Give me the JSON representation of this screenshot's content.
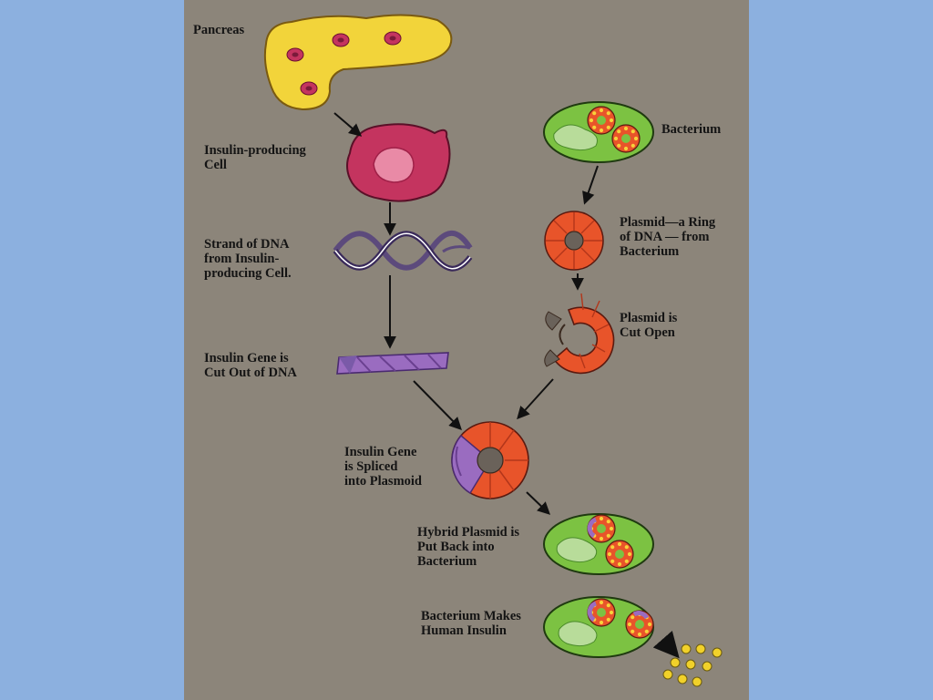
{
  "colors": {
    "page_background": "#8cb0df",
    "panel_background": "#8c857a",
    "pancreas": "#f2d43a",
    "insulin_cell": "#c4345f",
    "bacterium": "#7cc242",
    "plasmid": "#e8542a",
    "insulin_gene": "#9a6cc0",
    "insulin": "#f1d12a"
  },
  "labels": {
    "pancreas": "Pancreas",
    "cell": "Insulin-producing\nCell",
    "dna": "Strand of DNA\nfrom Insulin-\nproducing Cell.",
    "gene_cut": "Insulin Gene is\nCut Out of DNA",
    "bacterium": "Bacterium",
    "plasmid": "Plasmid—a Ring\nof DNA — from\nBacterium",
    "plasmid_cut": "Plasmid is\nCut Open",
    "spliced": "Insulin Gene\nis Spliced\ninto Plasmoid",
    "hybrid": "Hybrid Plasmid is\nPut Back into\nBacterium",
    "makes_insulin": "Bacterium Makes\nHuman Insulin"
  }
}
